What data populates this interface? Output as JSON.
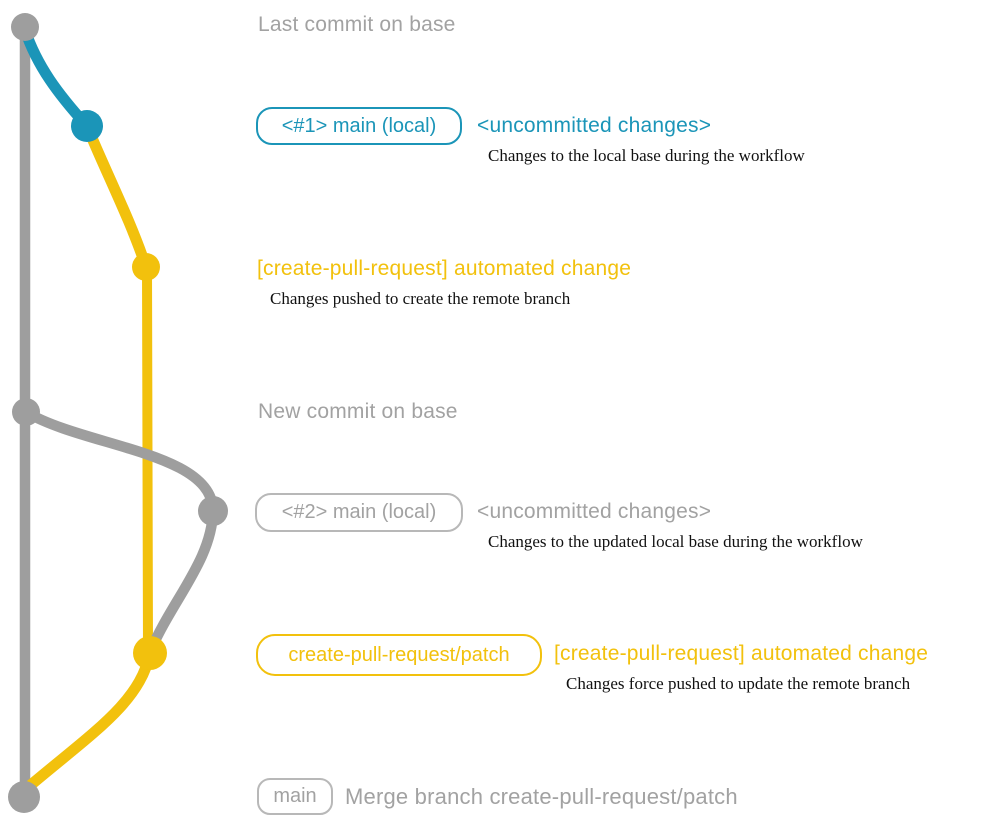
{
  "colors": {
    "gray": "#9e9e9e",
    "grayText": "#a2a2a2",
    "grayBorder": "#b8b8b8",
    "teal": "#1b95b8",
    "yellow": "#f2c10d",
    "caption": "#111111"
  },
  "annotations": {
    "last_commit": {
      "label": "Last commit on base"
    },
    "commit1": {
      "badge": "<#1> main (local)",
      "title": "<uncommitted changes>",
      "caption": "Changes to the local base during the workflow"
    },
    "push1": {
      "title": "[create-pull-request] automated change",
      "caption": "Changes pushed to create the remote branch"
    },
    "new_commit": {
      "label": "New commit on base"
    },
    "commit2": {
      "badge": "<#2> main (local)",
      "title": "<uncommitted changes>",
      "caption": "Changes to the updated local base during the workflow"
    },
    "push2": {
      "badge": "create-pull-request/patch",
      "title": "[create-pull-request] automated change",
      "caption": "Changes force pushed to update the remote branch"
    },
    "merge": {
      "badge": "main",
      "label": "Merge branch create-pull-request/patch"
    }
  }
}
